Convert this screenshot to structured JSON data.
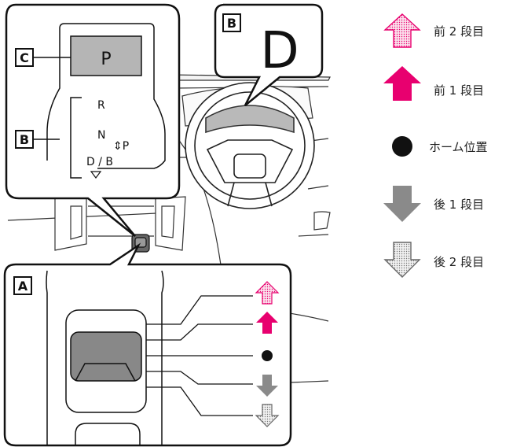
{
  "callouts": {
    "a": "A",
    "b_dial": "B",
    "b_gears": "B",
    "c": "C"
  },
  "selected_gear": "P",
  "gear_display": "D",
  "gears": {
    "r": "R",
    "n": "N",
    "p_symbol": "⇕P",
    "db": "D / B"
  },
  "legend": [
    {
      "id": "forward-2",
      "label": "前 2 段目",
      "icon": "up-arrow-outline-pink"
    },
    {
      "id": "forward-1",
      "label": "前 1 段目",
      "icon": "up-arrow-solid-pink"
    },
    {
      "id": "home",
      "label": "ホーム位置",
      "icon": "filled-circle"
    },
    {
      "id": "back-1",
      "label": "後 1 段目",
      "icon": "down-arrow-solid-gray"
    },
    {
      "id": "back-2",
      "label": "後 2 段目",
      "icon": "down-arrow-outline-gray"
    }
  ],
  "colors": {
    "pink": "#e8006f",
    "pink_light": "#f7b8d3",
    "gray": "#8a8a8a",
    "gray_light": "#d9d9d9",
    "screen_gray": "#b5b5b5",
    "line": "#222222"
  }
}
